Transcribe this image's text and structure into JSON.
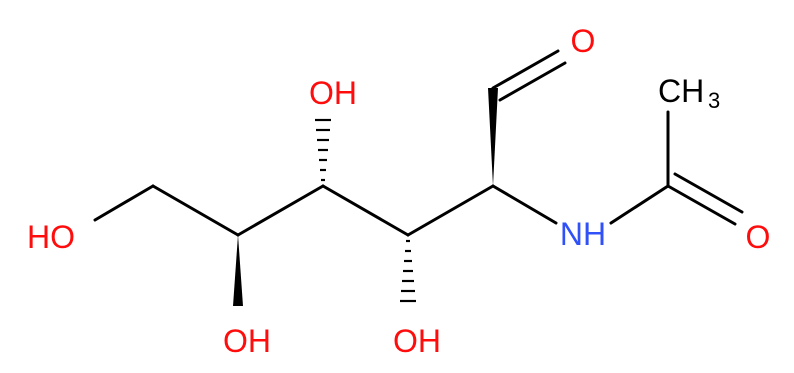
{
  "molecule": {
    "colors": {
      "bond": "#000000",
      "oxygen": "#ff0d0d",
      "nitrogen": "#3050f8",
      "carbon": "#000000"
    },
    "labels": {
      "aldehyde_o": "O",
      "acetyl_o": "O",
      "methyl_c": "CH",
      "methyl_sub": "3",
      "nh": "NH",
      "oh_c3_top": "OH",
      "oh_c4_bottom": "OH",
      "oh_c5_bottom": "OH",
      "oh_c6_left": "HO"
    }
  }
}
